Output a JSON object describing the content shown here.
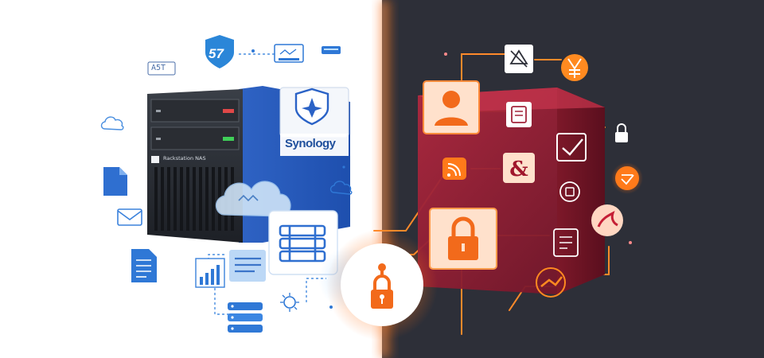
{
  "labels": {
    "brand": "Synology",
    "model": "Rackstation NAS",
    "shield_badge": "57",
    "chip_text": "A5T"
  },
  "colors": {
    "left_bg": "#ffffff",
    "right_bg": "#2d2f38",
    "accent_blue": "#2f78d6",
    "accent_orange": "#ff7a1a",
    "cube_red": "#8f1d33",
    "divider_glow": "#ff6a10"
  },
  "icons": {
    "left": [
      "shield-icon",
      "monitor-icon",
      "keyboard-icon",
      "cloud-icon",
      "file-icon",
      "mail-icon",
      "document-icon",
      "bar-chart-icon",
      "list-doc-icon",
      "database-stack-icon",
      "network-node-icon",
      "cloud-network-icon",
      "server-stack-icon"
    ],
    "right": [
      "user-icon",
      "device-icon",
      "currency-icon",
      "checklist-icon",
      "lock-icon",
      "rss-icon",
      "card-icon",
      "shield-check-icon",
      "gear-lock-icon",
      "lock-large-icon",
      "document-icon",
      "tool-icon",
      "chart-icon"
    ],
    "center": "padlock-icon"
  }
}
